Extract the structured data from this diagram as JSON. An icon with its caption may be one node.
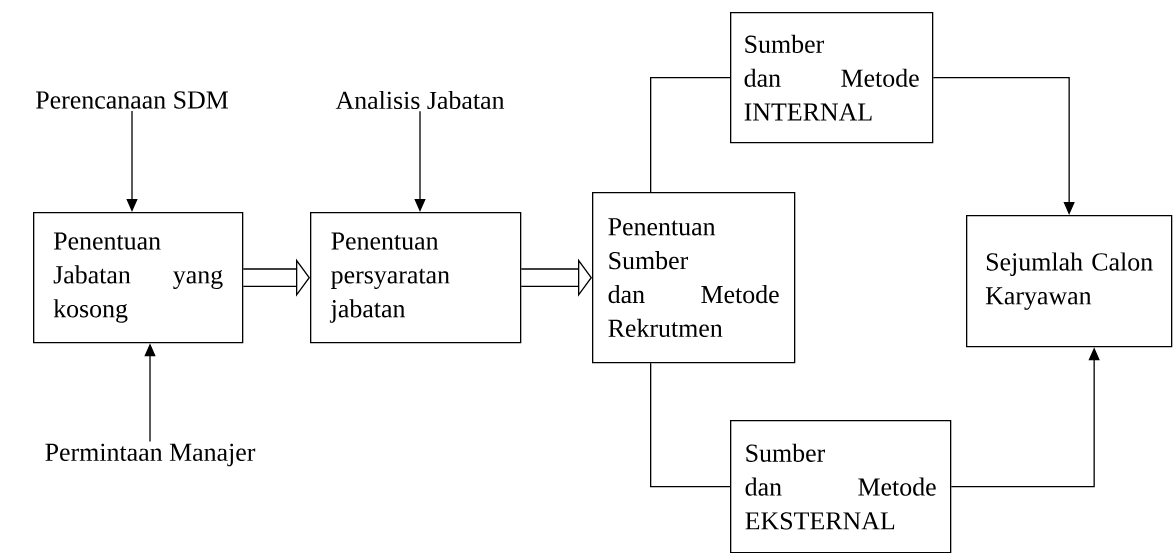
{
  "diagram": {
    "nodes": [
      {
        "text": [
          "Perencanaan SDM"
        ]
      },
      {
        "text": [
          "Analisis Jabatan"
        ]
      },
      {
        "text": [
          "Penentuan Jabatan yang kosong"
        ]
      },
      {
        "text": [
          "Penentuan persyaratan jabatan"
        ]
      },
      {
        "text": [
          "Penentuan Sumber dan Metode Rekrutmen"
        ]
      },
      {
        "text": [
          "Sumber dan Metode INTERNAL"
        ]
      },
      {
        "text": [
          "Sejumlah Calon Karyawan"
        ]
      },
      {
        "text": [
          "Sumber dan Metode EKSTERNAL"
        ]
      },
      {
        "text": [
          "Permintaan Manajer"
        ]
      }
    ],
    "edges": [
      {
        "from": 0,
        "to": 2,
        "arrow": "to"
      },
      {
        "from": 1,
        "to": 3,
        "arrow": "to"
      },
      {
        "from": 8,
        "to": 2,
        "arrow": "to"
      },
      {
        "from": 2,
        "to": 3,
        "arrow": "to",
        "style": "thick"
      },
      {
        "from": 3,
        "to": 4,
        "arrow": "to",
        "style": "thick"
      },
      {
        "from": 4,
        "to": 5,
        "arrow": "none"
      },
      {
        "from": 5,
        "to": 6,
        "arrow": "to"
      },
      {
        "from": 4,
        "to": 7,
        "arrow": "none"
      },
      {
        "from": 7,
        "to": 6,
        "arrow": "to"
      }
    ]
  }
}
